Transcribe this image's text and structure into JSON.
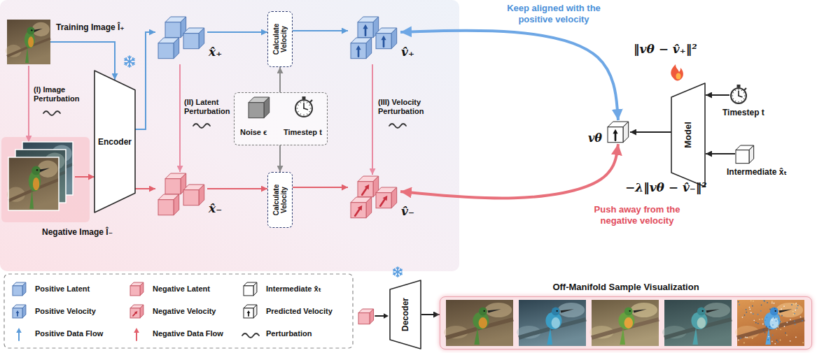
{
  "diagram": {
    "nodes": [
      {
        "text": [
          "Training Image Î₊"
        ]
      },
      {
        "text": [
          "Encoder"
        ]
      },
      {
        "text": [
          "Negative Image Î₋"
        ]
      },
      {
        "text": [
          "x̂₊"
        ]
      },
      {
        "text": [
          "x̂₋"
        ]
      },
      {
        "text": [
          "Calculate Velocity"
        ]
      },
      {
        "text": [
          "Noise ϵ",
          "Timestep t"
        ]
      },
      {
        "text": [
          "Calculate Velocity"
        ]
      },
      {
        "text": [
          "v̂₊"
        ]
      },
      {
        "text": [
          "v̂₋"
        ]
      },
      {
        "text": [
          "vθ"
        ]
      },
      {
        "text": [
          "Model"
        ]
      },
      {
        "text": [
          "Timestep t"
        ]
      },
      {
        "text": [
          "Intermediate x̂ₜ"
        ]
      },
      {
        "text": [
          "Decoder"
        ]
      },
      {
        "text": [
          "Off-Manifold Sample Visualization"
        ]
      }
    ],
    "edges": [
      {
        "from": 0,
        "to": 1,
        "arrow": "to"
      },
      {
        "from": 0,
        "to": 2,
        "arrow": "to"
      },
      {
        "from": 2,
        "to": 1,
        "arrow": "to"
      },
      {
        "from": 1,
        "to": 3,
        "arrow": "to"
      },
      {
        "from": 1,
        "to": 4,
        "arrow": "to"
      },
      {
        "from": 3,
        "to": 4,
        "arrow": "to"
      },
      {
        "from": 3,
        "to": 5,
        "arrow": "to"
      },
      {
        "from": 4,
        "to": 7,
        "arrow": "to"
      },
      {
        "from": 6,
        "to": 5,
        "arrow": "to"
      },
      {
        "from": 6,
        "to": 7,
        "arrow": "to"
      },
      {
        "from": 5,
        "to": 8,
        "arrow": "to"
      },
      {
        "from": 7,
        "to": 9,
        "arrow": "to"
      },
      {
        "from": 8,
        "to": 9,
        "arrow": "to"
      },
      {
        "from": 8,
        "to": 10,
        "arrow": "both"
      },
      {
        "from": 9,
        "to": 10,
        "arrow": "both"
      },
      {
        "from": 11,
        "to": 10,
        "arrow": "to"
      },
      {
        "from": 12,
        "to": 11,
        "arrow": "to"
      },
      {
        "from": 13,
        "to": 11,
        "arrow": "to"
      },
      {
        "from": 14,
        "to": 15,
        "arrow": "to"
      }
    ],
    "labels": [
      "(I) Image Perturbation",
      "(II) Latent Perturbation",
      "(III) Velocity Perturbation",
      "Keep aligned with the positive velocity",
      "‖vθ − v̂₊‖²",
      "−λ‖vθ − v̂₋‖²",
      "Push away from the negative velocity"
    ],
    "legend": [
      {
        "text": "Positive Latent"
      },
      {
        "text": "Negative Latent"
      },
      {
        "text": "Intermediate x̂ₜ"
      },
      {
        "text": "Positive Velocity"
      },
      {
        "text": "Negative Velocity"
      },
      {
        "text": "Predicted Velocity"
      },
      {
        "text": "Positive Data Flow"
      },
      {
        "text": "Negative Data Flow"
      },
      {
        "text": "Perturbation"
      }
    ]
  }
}
